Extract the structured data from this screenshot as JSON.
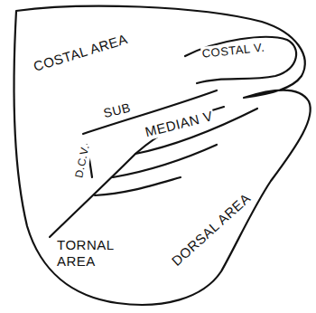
{
  "diagram": {
    "labels": [
      "COSTAL AREA",
      "COSTAL V.",
      "SUB",
      "D.C.V.",
      "MEDIAN V",
      "DORSAL AREA",
      "TORNAL AREA"
    ]
  }
}
